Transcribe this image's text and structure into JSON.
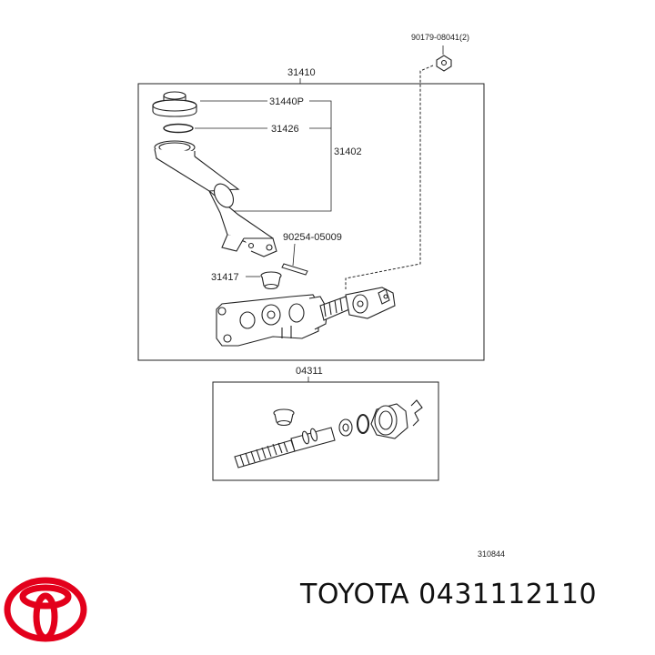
{
  "diagram": {
    "assembly_label": "31410",
    "kit_label": "04311",
    "drawing_number": "310844",
    "callouts": {
      "nut": "90179-08041(2)",
      "cap": "31440P",
      "gasket": "31426",
      "reservoir": "31402",
      "pin": "90254-05009",
      "grommet": "31417"
    }
  },
  "caption": {
    "brand": "TOYOTA",
    "part_number": "0431112110"
  },
  "logo": {
    "color": "#e3001b",
    "icon": "toyota-logo-icon"
  }
}
